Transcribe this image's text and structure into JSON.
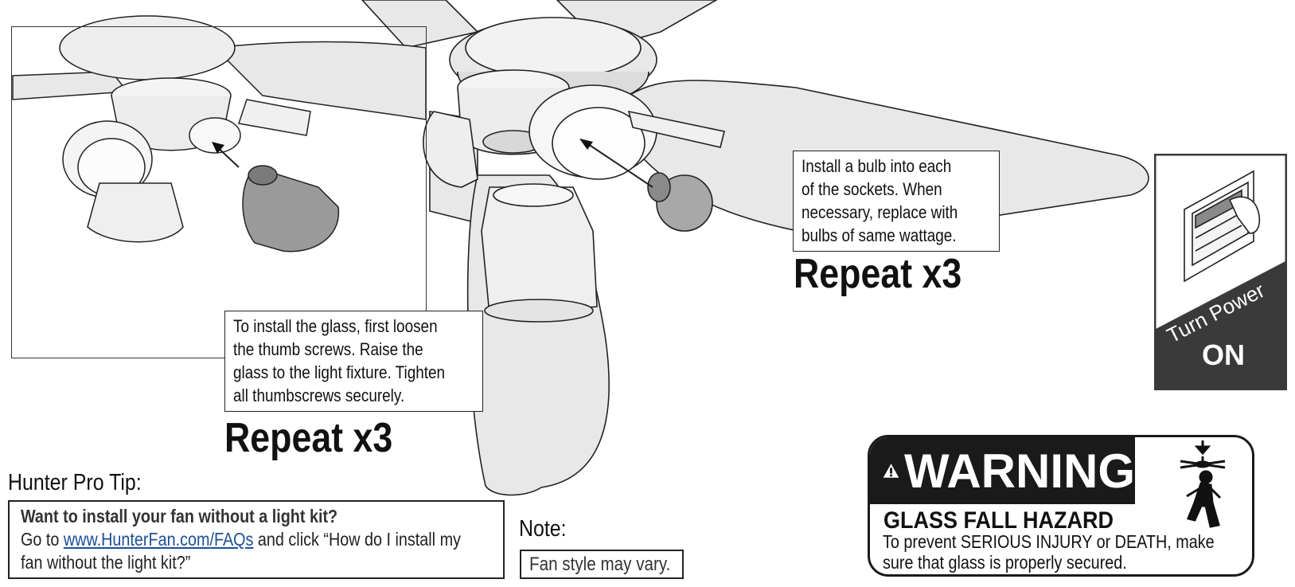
{
  "instructions": {
    "glass_callout": {
      "lines": [
        "To install the glass, first loosen",
        "the thumb screws. Raise the",
        "glass to the light fixture. Tighten",
        "all thumbscrews securely."
      ]
    },
    "glass_repeat": "Repeat x3",
    "bulb_callout": {
      "lines": [
        "Install a bulb into each",
        "of the sockets. When",
        "necessary, replace with",
        "bulbs of same wattage."
      ]
    },
    "bulb_repeat": "Repeat x3"
  },
  "power_panel": {
    "label": "Turn Power",
    "state": "ON"
  },
  "pro_tip": {
    "label": "Hunter Pro Tip:",
    "question": "Want to install your fan without a light kit?",
    "go_to": "Go to ",
    "link": "www.HunterFan.com/FAQs",
    "after_link": " and click “How do I install my",
    "last_line": "fan without the light kit?”"
  },
  "note": {
    "label": "Note:",
    "text": "Fan style may vary."
  },
  "warning": {
    "title": "WARNING",
    "hazard": "GLASS FALL HAZARD",
    "line1": "To prevent SERIOUS INJURY or DEATH, make",
    "line2": "sure that glass is properly secured."
  },
  "icons": {
    "warning_triangle": "warning-triangle-icon",
    "falling_hazard": "falling-fan-person-icon",
    "wall_switch": "wall-switch-hand-icon"
  },
  "colors": {
    "dark": "#1a1a1a",
    "panel_dark": "#3a3a3a",
    "link": "#1a4e9c",
    "line_art": "#222222",
    "fill_light": "#e6e6e6",
    "fill_mid": "#9a9a9a"
  }
}
